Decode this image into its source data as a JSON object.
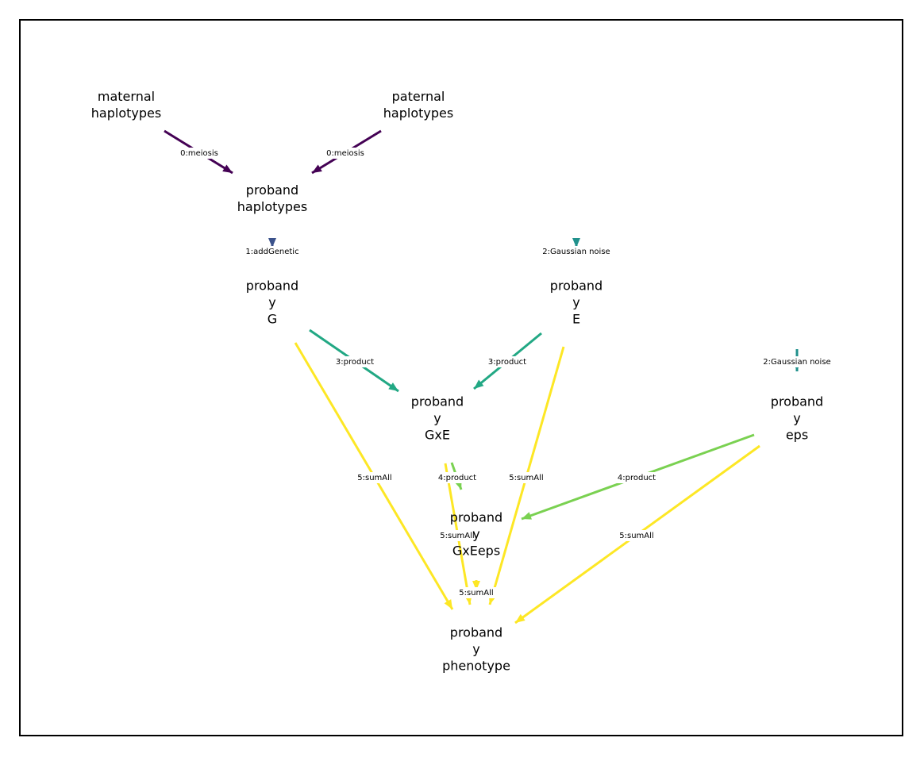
{
  "nodes": [
    {
      "id": "maternal_haplotypes",
      "lines": [
        "maternal",
        "haplotypes"
      ]
    },
    {
      "id": "paternal_haplotypes",
      "lines": [
        "paternal",
        "haplotypes"
      ]
    },
    {
      "id": "proband_haplotypes",
      "lines": [
        "proband",
        "haplotypes"
      ]
    },
    {
      "id": "proband_y_G",
      "lines": [
        "proband",
        "y",
        "G"
      ]
    },
    {
      "id": "proband_y_E",
      "lines": [
        "proband",
        "y",
        "E"
      ]
    },
    {
      "id": "proband_y_eps",
      "lines": [
        "proband",
        "y",
        "eps"
      ]
    },
    {
      "id": "proband_y_GxE",
      "lines": [
        "proband",
        "y",
        "GxE"
      ]
    },
    {
      "id": "proband_y_GxEeps",
      "lines": [
        "proband",
        "y",
        "GxEeps"
      ]
    },
    {
      "id": "proband_y_phenotype",
      "lines": [
        "proband",
        "y",
        "phenotype"
      ]
    }
  ],
  "edges": [
    {
      "from": "maternal_haplotypes",
      "to": "proband_haplotypes",
      "label": "0:meiosis",
      "color": "#440154"
    },
    {
      "from": "paternal_haplotypes",
      "to": "proband_haplotypes",
      "label": "0:meiosis",
      "color": "#440154"
    },
    {
      "from": "proband_haplotypes",
      "to": "proband_y_G",
      "label": "1:addGenetic",
      "color": "#3b528b"
    },
    {
      "from": "proband_y_E",
      "to": "proband_y_E",
      "label": "2:Gaussian noise",
      "color": "#21918c"
    },
    {
      "from": "proband_y_eps",
      "to": "proband_y_eps",
      "label": "2:Gaussian noise",
      "color": "#21918c"
    },
    {
      "from": "proband_y_G",
      "to": "proband_y_GxE",
      "label": "3:product",
      "color": "#22a884"
    },
    {
      "from": "proband_y_E",
      "to": "proband_y_GxE",
      "label": "3:product",
      "color": "#22a884"
    },
    {
      "from": "proband_y_GxE",
      "to": "proband_y_GxEeps",
      "label": "4:product",
      "color": "#7ad151"
    },
    {
      "from": "proband_y_eps",
      "to": "proband_y_GxEeps",
      "label": "4:product",
      "color": "#7ad151"
    },
    {
      "from": "proband_y_G",
      "to": "proband_y_phenotype",
      "label": "5:sumAll",
      "color": "#fde725"
    },
    {
      "from": "proband_y_E",
      "to": "proband_y_phenotype",
      "label": "5:sumAll",
      "color": "#fde725"
    },
    {
      "from": "proband_y_GxE",
      "to": "proband_y_phenotype",
      "label": "5:sumAll",
      "color": "#fde725"
    },
    {
      "from": "proband_y_eps",
      "to": "proband_y_phenotype",
      "label": "5:sumAll",
      "color": "#fde725"
    },
    {
      "from": "proband_y_GxEeps",
      "to": "proband_y_phenotype",
      "label": "5:sumAll",
      "color": "#fde725"
    }
  ]
}
